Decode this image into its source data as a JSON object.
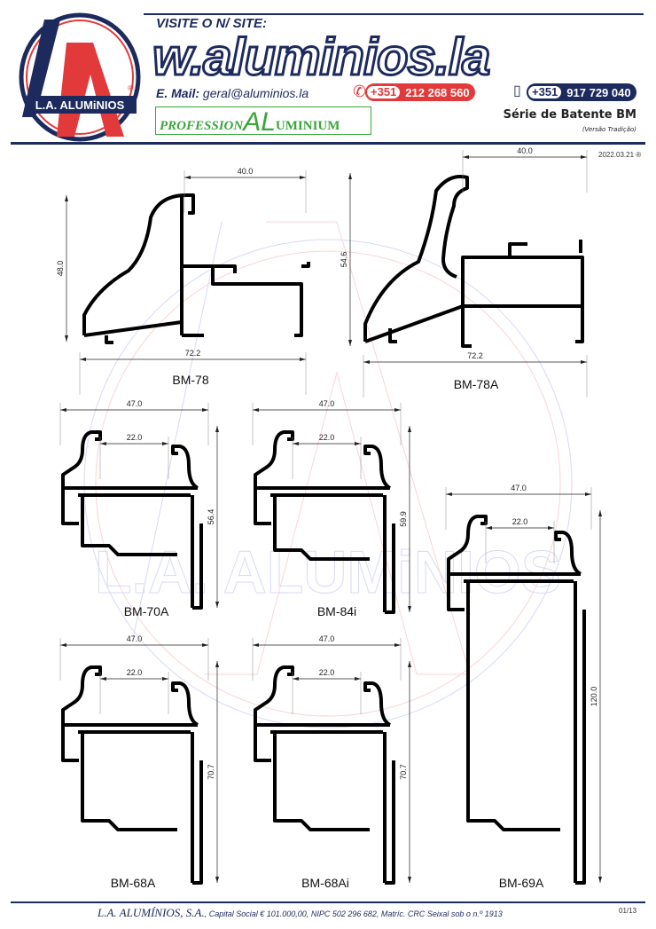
{
  "header": {
    "logo_text": "L.A. ALUMiNIOS",
    "visit_label": "VISITE O N/ SITE:",
    "site": "w.aluminios.la",
    "email_label": "E. Mail:",
    "email": "geral@aluminios.la",
    "phone1_cc": "+351",
    "phone1": "212 268 560",
    "phone2_cc": "+351",
    "phone2": "917 729 040",
    "slogan_a": "PROFESSION",
    "slogan_b": "AL",
    "slogan_c": "UMINIUM",
    "series": "Série de Batente BM",
    "version": "(Versão Tradição)",
    "date": "2022.03.21 ®"
  },
  "watermark": "L.A. ALUMiNIOS",
  "profiles": [
    {
      "name": "BM-78",
      "dims": {
        "top": "40.0",
        "height": "48.0",
        "width": "72.2"
      }
    },
    {
      "name": "BM-78A",
      "dims": {
        "top": "40.0",
        "height": "54.6",
        "width": "72.2"
      }
    },
    {
      "name": "BM-70A",
      "dims": {
        "top": "47.0",
        "inner": "22.0",
        "height": "56.4"
      }
    },
    {
      "name": "BM-84i",
      "dims": {
        "top": "47.0",
        "inner": "22.0",
        "height": "59.9"
      }
    },
    {
      "name": "BM-69A",
      "dims": {
        "top": "47.0",
        "inner": "22.0",
        "height": "120.0"
      }
    },
    {
      "name": "BM-68A",
      "dims": {
        "top": "47.0",
        "inner": "22.0",
        "height": "70.7"
      }
    },
    {
      "name": "BM-68Ai",
      "dims": {
        "top": "47.0",
        "inner": "22.0",
        "height": "70.7"
      }
    }
  ],
  "footer": {
    "company": "L.A. ALUMÍNIOS, S.A.",
    "details": ", Capital Social € 101.000,00, NIPC 502 296 682, Matríc. CRC Seixal sob o n.º 1913",
    "page": "01/13"
  }
}
